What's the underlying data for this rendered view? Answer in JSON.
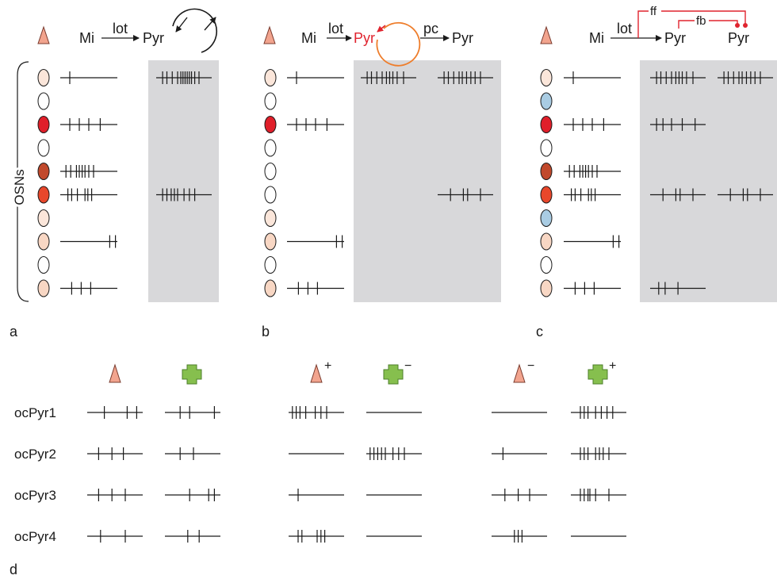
{
  "colors": {
    "pyr_fill": "#f2a48e",
    "pyr_stroke": "#7a3b2e",
    "cross_fill": "#86bf4e",
    "cross_stroke": "#4d7f2b",
    "accent_red": "#e0242f",
    "loop_orange": "#ee7d2b",
    "gray_panel": "#d8d8da",
    "line": "#1a1a1a",
    "osn_white": "#ffffff",
    "osn_pale": "#fbe6da",
    "osn_peach": "#f8d7c4",
    "osn_red": "#e01f2a",
    "osn_rust": "#c1492c",
    "osn_orange": "#e8472b",
    "osn_blue": "#a9cce3"
  },
  "panels": [
    {
      "label": "a",
      "schematic": {
        "source": "Mi",
        "arrow1": "lot",
        "target": "Pyr",
        "target_color": "dark",
        "loop": "black-recurrent"
      },
      "osns": [
        "osn_pale",
        "osn_white",
        "osn_red",
        "osn_white",
        "osn_rust",
        "osn_orange",
        "osn_pale",
        "osn_peach",
        "osn_white",
        "osn_peach"
      ],
      "osn_trains": [
        [
          10
        ],
        [],
        [
          10,
          20,
          30,
          42
        ],
        [],
        [
          6,
          11,
          17,
          20,
          23,
          26,
          30,
          35
        ],
        [
          8,
          12,
          18,
          26,
          29,
          33
        ],
        [],
        [
          52,
          58
        ],
        [],
        [
          12,
          22,
          32
        ]
      ],
      "cols": [
        {
          "rows": {
            "0": [
              6,
              10,
              15,
              20,
              23,
              25,
              27,
              29,
              31,
              33,
              36,
              40
            ],
            "5": [
              6,
              10,
              14,
              17,
              20,
              26,
              31,
              36
            ]
          }
        }
      ]
    },
    {
      "label": "b",
      "schematic": {
        "source": "Mi",
        "arrow1": "lot",
        "target": "Pyr",
        "target_color": "red",
        "loop": "orange-recurrent",
        "arrow2": "pc",
        "target2": "Pyr"
      },
      "osns": [
        "osn_pale",
        "osn_white",
        "osn_red",
        "osn_white",
        "osn_white",
        "osn_white",
        "osn_pale",
        "osn_peach",
        "osn_white",
        "osn_peach"
      ],
      "osn_trains": [
        [
          10
        ],
        [],
        [
          10,
          20,
          30,
          42
        ],
        [],
        [],
        [],
        [],
        [
          52,
          58
        ],
        [],
        [
          12,
          22,
          32
        ]
      ],
      "cols": [
        {
          "rows": {
            "0": [
              6,
              10,
              15,
              20,
              24,
              27,
              30,
              34,
              40
            ]
          }
        },
        {
          "rows": {
            "0": [
              6,
              10,
              15,
              20,
              23,
              27,
              31,
              35,
              40
            ],
            "5": [
              12,
              24,
              28,
              40
            ]
          }
        }
      ]
    },
    {
      "label": "c",
      "schematic": {
        "source": "Mi",
        "arrow1": "lot",
        "target": "Pyr",
        "target_color": "dark",
        "target2": "Pyr",
        "ff": "ff",
        "fb": "fb"
      },
      "osns": [
        "osn_pale",
        "osn_blue",
        "osn_red",
        "osn_white",
        "osn_rust",
        "osn_orange",
        "osn_blue",
        "osn_peach",
        "osn_white",
        "osn_peach"
      ],
      "osn_trains": [
        [
          10
        ],
        [],
        [
          10,
          20,
          30,
          42
        ],
        [],
        [
          6,
          11,
          17,
          20,
          23,
          26,
          30,
          35
        ],
        [
          8,
          12,
          18,
          26,
          29,
          33
        ],
        [],
        [
          52,
          58
        ],
        [],
        [
          12,
          22,
          32
        ]
      ],
      "cols": [
        {
          "rows": {
            "0": [
              6,
              10,
              15,
              20,
              24,
              27,
              30,
              34,
              40
            ],
            "2": [
              6,
              12,
              20,
              30,
              42
            ],
            "5": [
              12,
              24,
              28,
              40
            ],
            "9": [
              8,
              14,
              26
            ]
          }
        },
        {
          "rows": {
            "0": [
              6,
              10,
              15,
              20,
              23,
              27,
              31,
              35,
              40
            ],
            "5": [
              12,
              24,
              28,
              40
            ]
          }
        }
      ]
    }
  ],
  "osn_axis_label": "OSNs",
  "panel_d": {
    "label": "d",
    "rows": [
      "ocPyr1",
      "ocPyr2",
      "ocPyr3",
      "ocPyr4"
    ],
    "groups": [
      {
        "pyr_sign": "",
        "cross_sign": "",
        "pyr_trains": [
          [
            18,
            42,
            52
          ],
          [
            12,
            26,
            38
          ],
          [
            12,
            26,
            40
          ],
          [
            14,
            40
          ]
        ],
        "cross_trains": [
          [
            16,
            26,
            52
          ],
          [
            16,
            30
          ],
          [
            26,
            46,
            52
          ],
          [
            24,
            36
          ]
        ]
      },
      {
        "pyr_sign": "+",
        "cross_sign": "−",
        "pyr_trains": [
          [
            4,
            8,
            12,
            18,
            28,
            34,
            40
          ],
          [],
          [
            10
          ],
          [
            10,
            14,
            30,
            34,
            38
          ]
        ],
        "cross_trains": [
          [],
          [
            4,
            8,
            12,
            16,
            20,
            28,
            34,
            40
          ],
          [],
          []
        ]
      },
      {
        "pyr_sign": "−",
        "cross_sign": "+",
        "pyr_trains": [
          [],
          [
            12
          ],
          [
            14,
            28,
            40
          ],
          [
            24,
            28,
            32
          ]
        ],
        "cross_trains": [
          [
            10,
            14,
            18,
            26,
            32,
            38,
            44
          ],
          [
            10,
            14,
            18,
            26,
            30,
            34,
            40
          ],
          [
            10,
            14,
            18,
            20,
            26,
            40
          ],
          []
        ]
      }
    ]
  }
}
